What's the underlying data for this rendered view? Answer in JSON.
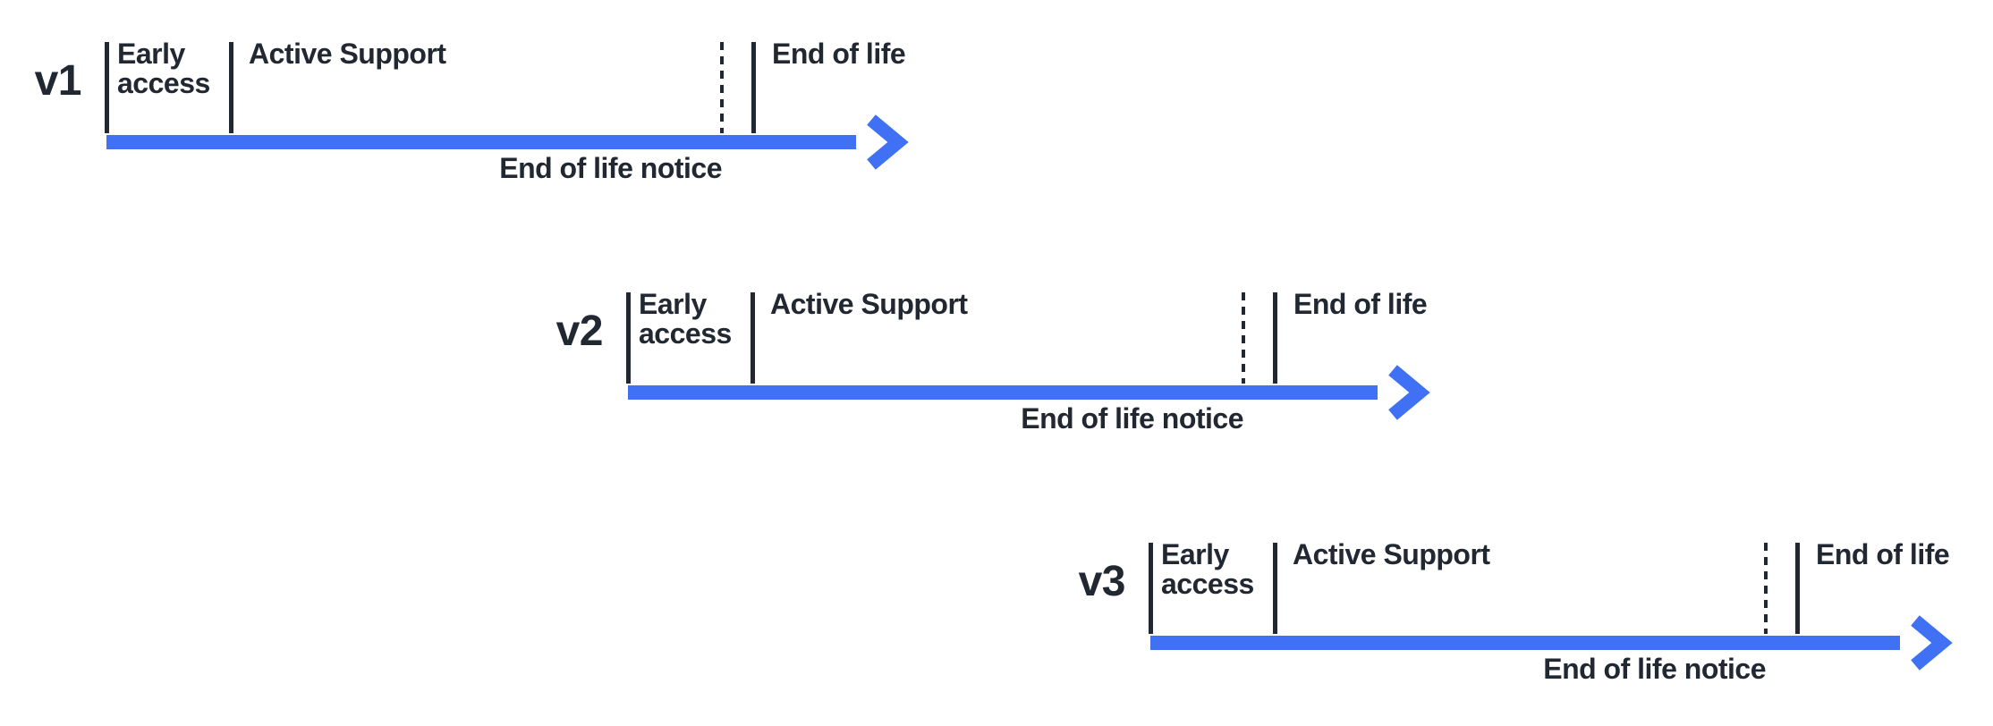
{
  "colors": {
    "accent_blue": "#4071f4",
    "ink": "#212832"
  },
  "timelines": [
    {
      "version": "v1",
      "early_access": "Early\naccess",
      "active_support": "Active Support",
      "end_of_life": "End of life",
      "eol_notice": "End of life notice"
    },
    {
      "version": "v2",
      "early_access": "Early\naccess",
      "active_support": "Active Support",
      "end_of_life": "End of life",
      "eol_notice": "End of life notice"
    },
    {
      "version": "v3",
      "early_access": "Early\naccess",
      "active_support": "Active Support",
      "end_of_life": "End of life",
      "eol_notice": "End of life notice"
    }
  ]
}
